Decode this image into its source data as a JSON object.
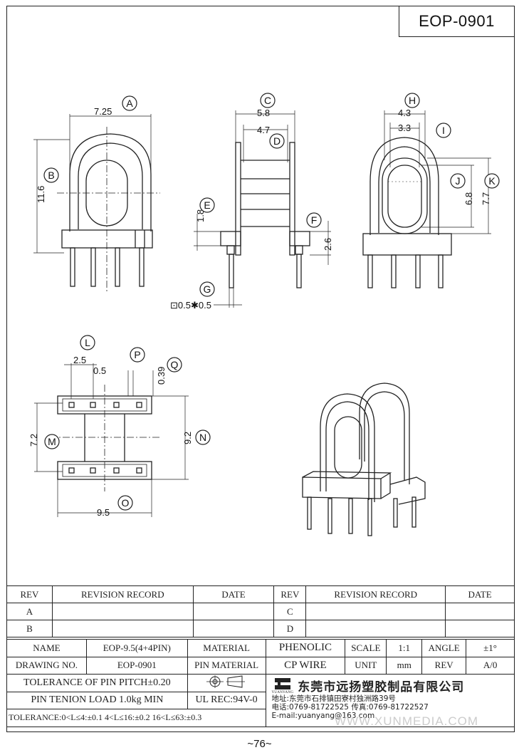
{
  "part_number": "EOP-0901",
  "page_number": "~76~",
  "watermark": "WWW.XUNMEDIA.COM",
  "drawing": {
    "callouts": [
      "A",
      "B",
      "C",
      "D",
      "E",
      "F",
      "G",
      "H",
      "I",
      "J",
      "K",
      "L",
      "M",
      "N",
      "O",
      "P",
      "Q"
    ],
    "dims": {
      "width_725": "7.25",
      "height_116": "11.6",
      "w58": "5.8",
      "w47": "4.7",
      "h18": "1.8",
      "h26": "2.6",
      "pin": "⊡0.5✱0.5",
      "w43": "4.3",
      "w33": "3.3",
      "h68": "6.8",
      "h77": "7.7",
      "p25": "2.5",
      "p05": "0.5",
      "p039": "0.39",
      "h72": "7.2",
      "h92": "9.2",
      "w95": "9.5"
    }
  },
  "revision": {
    "headers": [
      "REV",
      "REVISION RECORD",
      "DATE",
      "REV",
      "REVISION RECORD",
      "DATE"
    ],
    "rows": [
      [
        "A",
        "",
        "",
        "C",
        "",
        ""
      ],
      [
        "B",
        "",
        "",
        "D",
        "",
        ""
      ]
    ]
  },
  "title_block": {
    "name_label": "NAME",
    "name_value": "EOP-9.5(4+4PIN)",
    "material_label": "MATERIAL",
    "material_value": "PHENOLIC",
    "scale_label": "SCALE",
    "scale_value": "1:1",
    "angle_label": "ANGLE",
    "angle_value": "±1°",
    "drawing_no_label": "DRAWING NO.",
    "drawing_no_value": "EOP-0901",
    "pin_material_label": "PIN MATERIAL",
    "pin_material_value": "CP WIRE",
    "unit_label": "UNIT",
    "unit_value": "mm",
    "rev_label": "REV",
    "rev_value": "A/0",
    "pitch_tol": "TOLERANCE OF PIN PITCH±0.20",
    "pin_load": "PIN TENION LOAD 1.0kg MIN",
    "ul_rec": "UL REC:94V-0",
    "tolerance": "TOLERANCE:0<L≤4:±0.1  4<L≤16:±0.2  16<L≤63:±0.3",
    "logo_text": "YUANYANG",
    "company": "东莞市远扬塑胶制品有限公司",
    "address": "地址:东莞市石排镇田寮村独洲路39号",
    "phone": "电话:0769-81722525    传真:0769-81722527",
    "email": "E-mail:yuanyang@163.com"
  }
}
